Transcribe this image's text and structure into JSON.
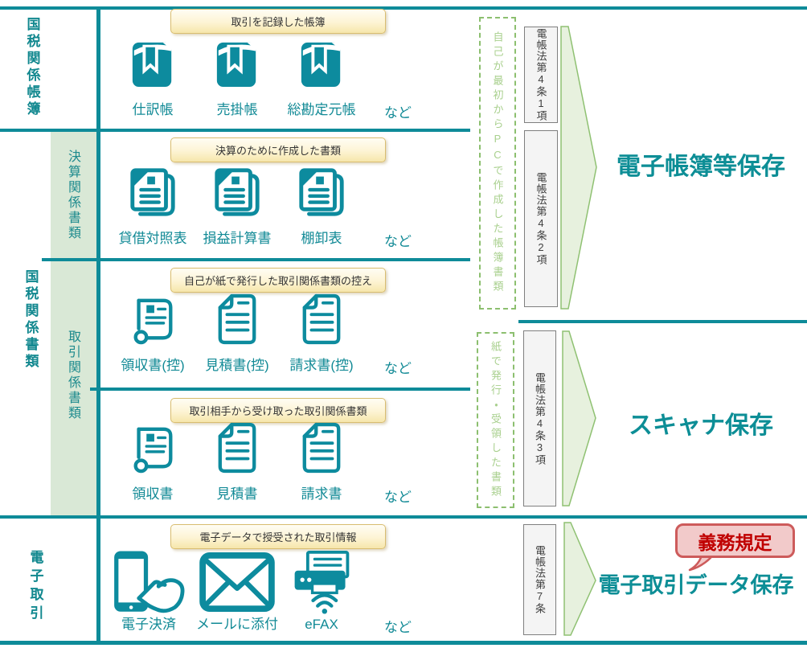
{
  "colors": {
    "teal": "#0e8b99",
    "band_green": "#d9e8d6",
    "arrow_fill": "#e7f1de",
    "arrow_stroke": "#8fc172",
    "note_green": "#a9d08e",
    "badge_red": "#c00000",
    "badge_pink": "#f2caca"
  },
  "left": {
    "group1": "国税関係帳簿",
    "group2": "国税関係書類",
    "group3": "電子取引",
    "sub1": "決算関係書類",
    "sub2": "取引関係書類"
  },
  "rows": [
    {
      "header": "取引を記録した帳簿",
      "items": [
        {
          "icon": "book",
          "label": "仕訳帳"
        },
        {
          "icon": "book",
          "label": "売掛帳"
        },
        {
          "icon": "book",
          "label": "総勘定元帳"
        }
      ],
      "etc": "など"
    },
    {
      "header": "決算のために作成した書類",
      "items": [
        {
          "icon": "docstack",
          "label": "貸借対照表"
        },
        {
          "icon": "docstack",
          "label": "損益計算書"
        },
        {
          "icon": "docstack",
          "label": "棚卸表"
        }
      ],
      "etc": "など"
    },
    {
      "header": "自己が紙で発行した取引関係書類の控え",
      "items": [
        {
          "icon": "receipt",
          "label": "領収書(控)"
        },
        {
          "icon": "document",
          "label": "見積書(控)"
        },
        {
          "icon": "document",
          "label": "請求書(控)"
        }
      ],
      "etc": "など"
    },
    {
      "header": "取引相手から受け取った取引関係書類",
      "items": [
        {
          "icon": "receipt",
          "label": "領収書"
        },
        {
          "icon": "document",
          "label": "見積書"
        },
        {
          "icon": "document",
          "label": "請求書"
        }
      ],
      "etc": "など"
    },
    {
      "header": "電子データで授受された取引情報",
      "items": [
        {
          "icon": "mobile-payment",
          "label": "電子決済"
        },
        {
          "icon": "mail",
          "label": "メールに添付"
        },
        {
          "icon": "efax",
          "label": "eFAX"
        }
      ],
      "etc": "など"
    }
  ],
  "right": {
    "notes": [
      "自己が最初からPCで作成した帳簿書類",
      "紙で発行・受領した書類"
    ],
    "laws": [
      "電帳法第4条1項",
      "電帳法第4条2項",
      "電帳法第4条3項",
      "電帳法第7条"
    ],
    "titles": [
      "電子帳簿等保存",
      "スキャナ保存",
      "電子取引データ保存"
    ],
    "badge": "義務規定"
  }
}
